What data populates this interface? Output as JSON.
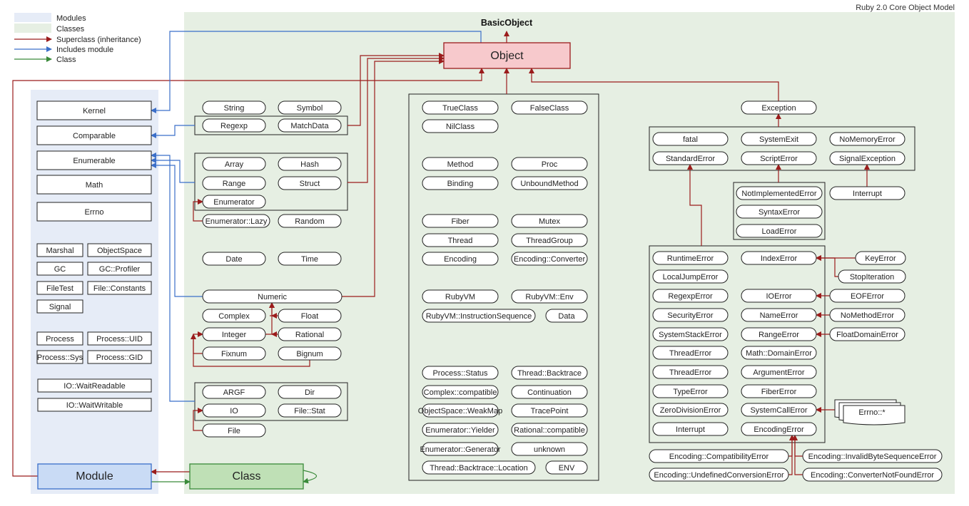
{
  "title": "Ruby 2.0 Core Object Model",
  "colors": {
    "modules_bg": "#e6ecf7",
    "classes_bg": "#e6efe3",
    "superclass_arrow": "#9b1c1c",
    "includes_arrow": "#3b6fc9",
    "class_arrow": "#3a8a3a",
    "object_fill": "#f7c9cc",
    "module_fill": "#c9dbf5",
    "class_fill": "#bfe0b6"
  },
  "legend": {
    "modules": "Modules",
    "classes": "Classes",
    "superclass": "Superclass (inheritance)",
    "includes": "Includes module",
    "class": "Class"
  },
  "root": {
    "basic_object": "BasicObject",
    "object": "Object"
  },
  "core": {
    "module": "Module",
    "class": "Class"
  },
  "modules": {
    "main": [
      "Kernel",
      "Comparable",
      "Enumerable",
      "Math",
      "Errno"
    ],
    "grid": [
      [
        "Marshal",
        "ObjectSpace"
      ],
      [
        "GC",
        "GC::Profiler"
      ],
      [
        "FileTest",
        "File::Constants"
      ],
      [
        "Signal",
        ""
      ],
      [
        "Process",
        "Process::UID"
      ],
      [
        "Process::Sys",
        "Process::GID"
      ]
    ],
    "io": [
      "IO::WaitReadable",
      "IO::WaitWritable"
    ]
  },
  "classes": {
    "string": "String",
    "symbol": "Symbol",
    "regexp": "Regexp",
    "match_data": "MatchData",
    "array": "Array",
    "hash": "Hash",
    "range": "Range",
    "struct": "Struct",
    "enumerator": "Enumerator",
    "enumerator_lazy": "Enumerator::Lazy",
    "random": "Random",
    "date": "Date",
    "time": "Time",
    "numeric": "Numeric",
    "complex": "Complex",
    "float": "Float",
    "integer": "Integer",
    "rational": "Rational",
    "fixnum": "Fixnum",
    "bignum": "Bignum",
    "argf": "ARGF",
    "dir": "Dir",
    "io": "IO",
    "file_stat": "File::Stat",
    "file": "File"
  },
  "middle": {
    "rows": [
      [
        "TrueClass",
        "FalseClass"
      ],
      [
        "NilClass",
        ""
      ],
      [
        "Method",
        "Proc"
      ],
      [
        "Binding",
        "UnboundMethod"
      ],
      [
        "Fiber",
        "Mutex"
      ],
      [
        "Thread",
        "ThreadGroup"
      ],
      [
        "Encoding",
        "Encoding::Converter"
      ],
      [
        "RubyVM",
        "RubyVM::Env"
      ],
      [
        "RubyVM::InstructionSequence",
        "Data"
      ],
      [
        "Process::Status",
        "Thread::Backtrace"
      ],
      [
        "Complex::compatible",
        "Continuation"
      ],
      [
        "ObjectSpace::WeakMap",
        "TracePoint"
      ],
      [
        "Enumerator::Yielder",
        "Rational::compatible"
      ],
      [
        "Enumerator::Generator",
        "unknown"
      ],
      [
        "Thread::Backtrace::Location",
        "ENV"
      ]
    ]
  },
  "exceptions": {
    "exception": "Exception",
    "top": [
      "fatal",
      "SystemExit",
      "NoMemoryError",
      "StandardError",
      "ScriptError",
      "SignalException"
    ],
    "script": [
      "NotImplementedError",
      "SyntaxError",
      "LoadError"
    ],
    "interrupt_signal": "Interrupt",
    "standard_left": [
      "RuntimeError",
      "LocalJumpError",
      "RegexpError",
      "SecurityError",
      "SystemStackError",
      "ThreadError",
      "ThreadError",
      "TypeError",
      "ZeroDivisionError",
      "Interrupt"
    ],
    "standard_right": [
      "IndexError",
      "",
      "IOError",
      "NameError",
      "RangeError",
      "Math::DomainError",
      "ArgumentError",
      "FiberError",
      "SystemCallError",
      "EncodingError"
    ],
    "key_error": "KeyError",
    "stop_iteration": "StopIteration",
    "eof_error": "EOFError",
    "no_method_error": "NoMethodError",
    "float_domain_error": "FloatDomainError",
    "errno": "Errno::*",
    "encoding": [
      "Encoding::CompatibilityError",
      "Encoding::InvalidByteSequenceError",
      "Encoding::UndefinedConversionError",
      "Encoding::ConverterNotFoundError"
    ]
  }
}
